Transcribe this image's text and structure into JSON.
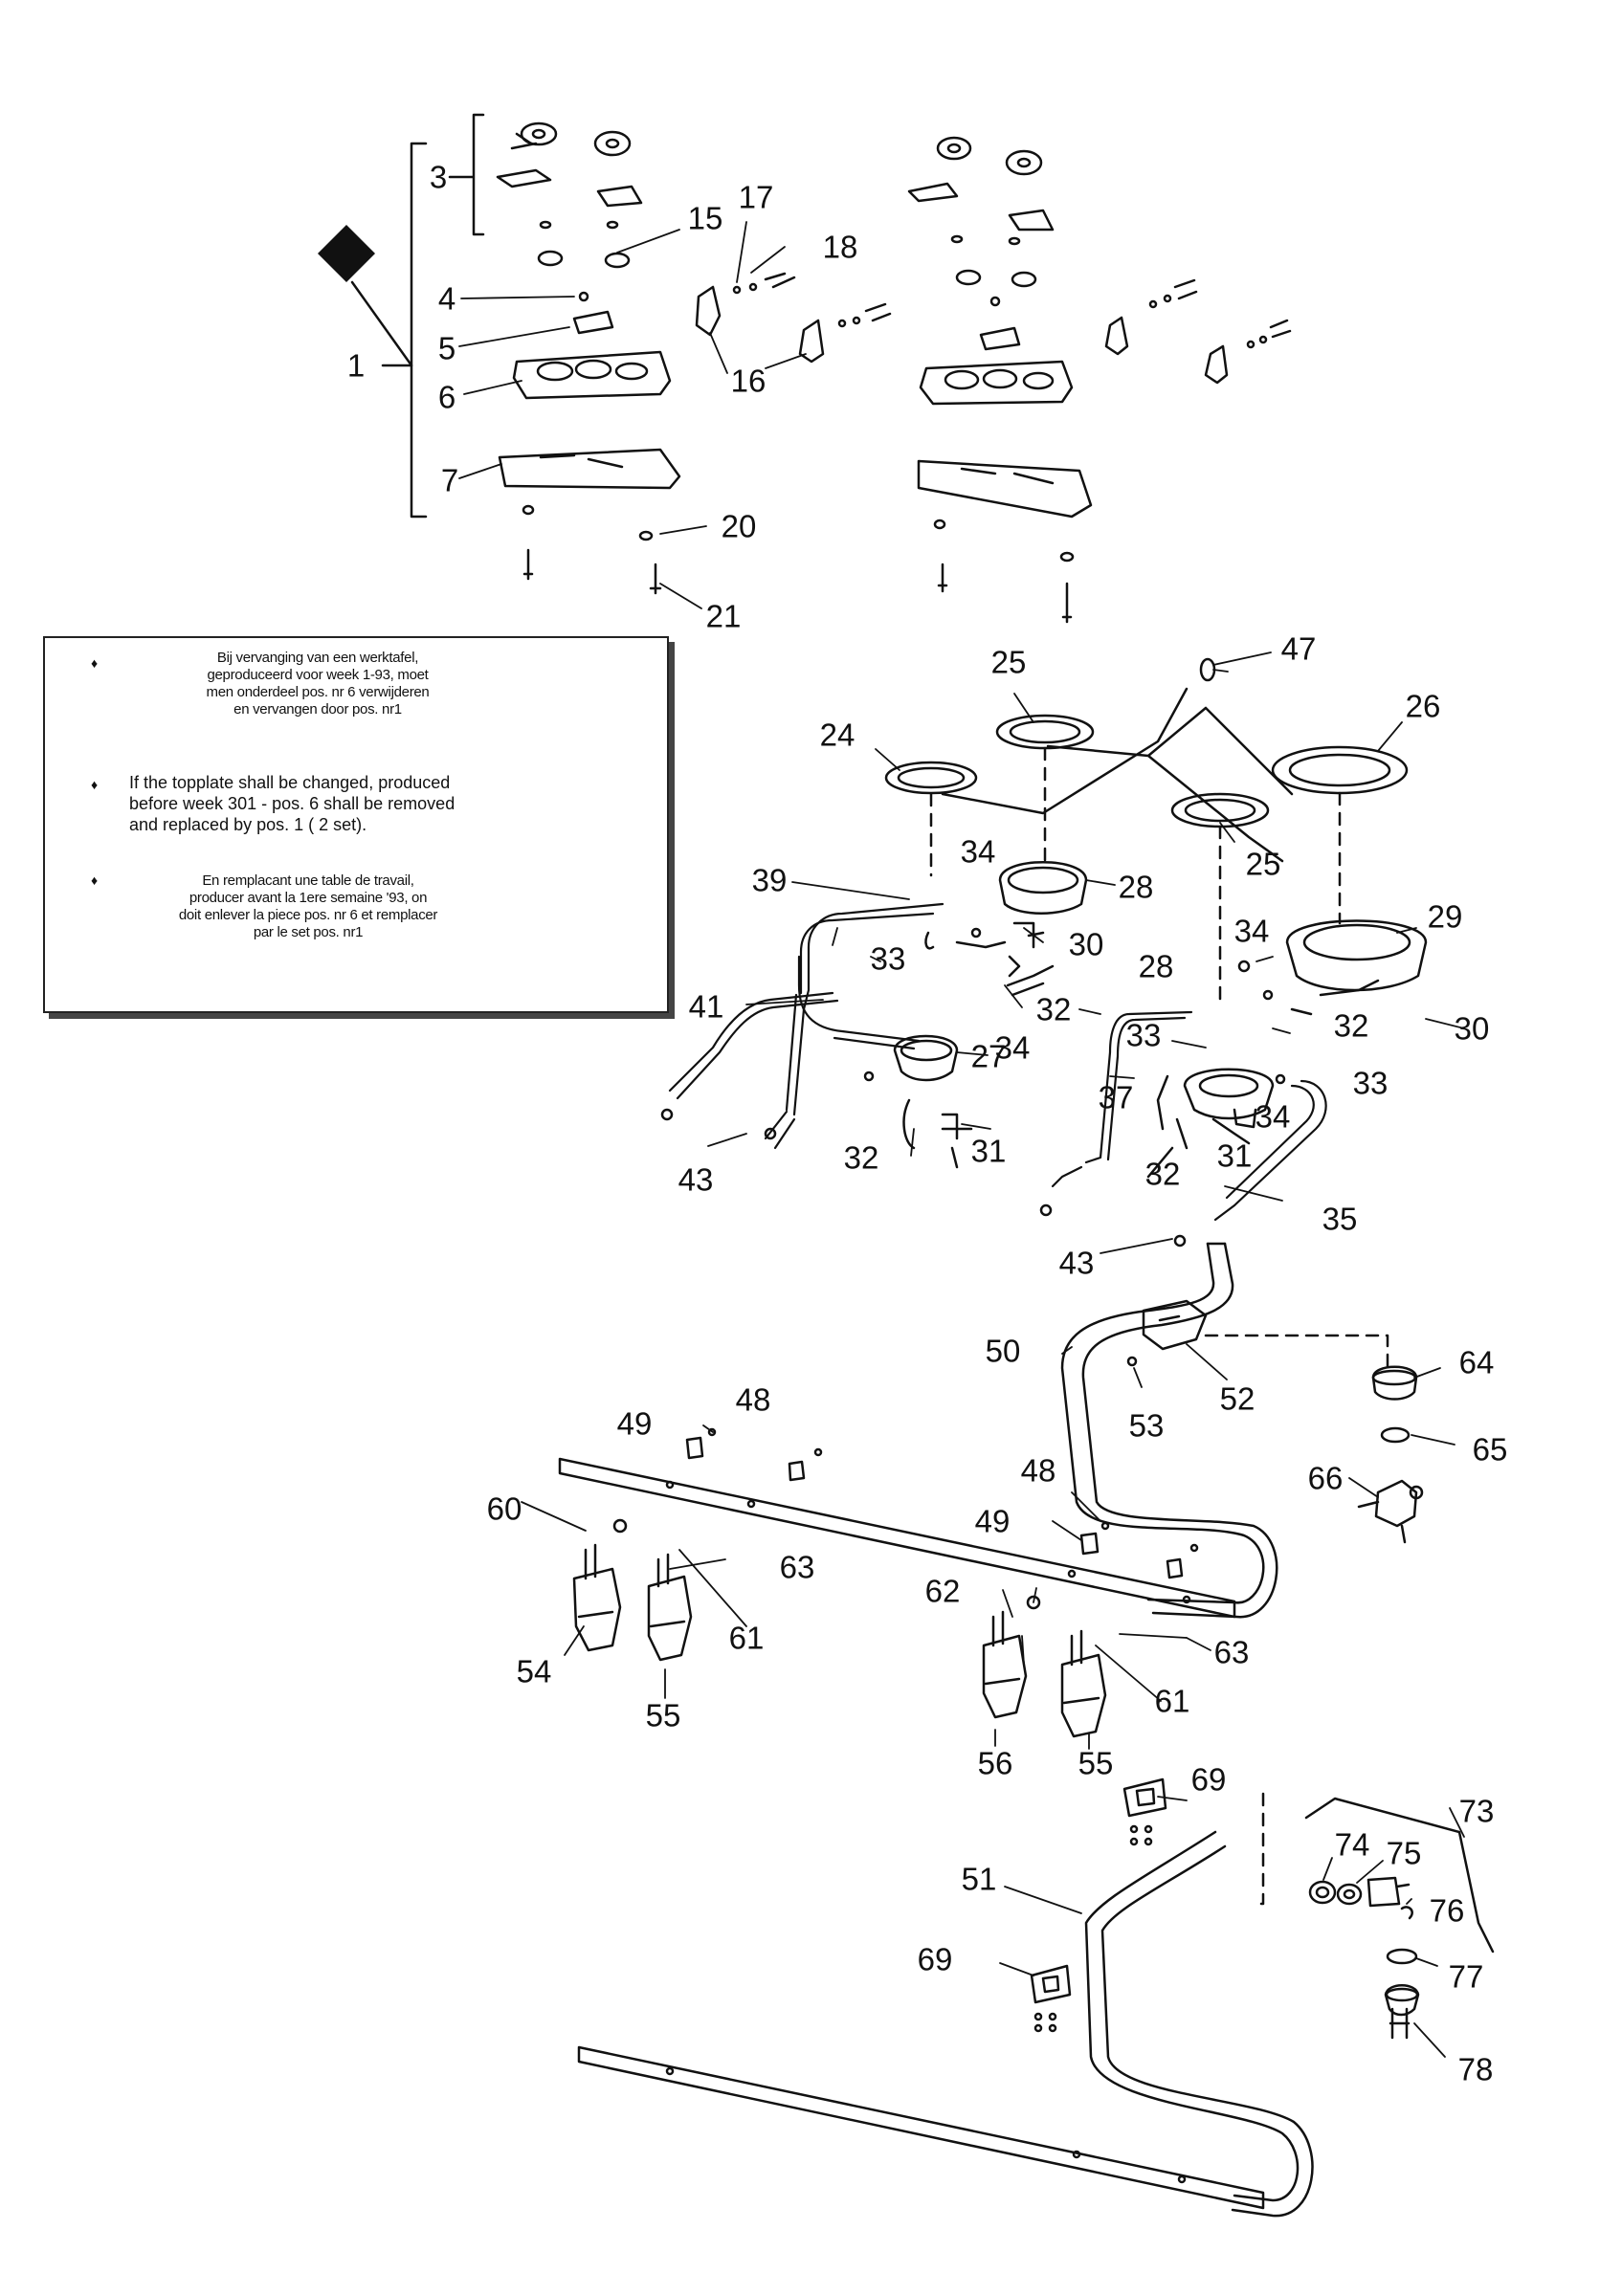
{
  "labels": {
    "l1": "1",
    "l3": "3",
    "l4": "4",
    "l5": "5",
    "l6": "6",
    "l7": "7",
    "l15": "15",
    "l16": "16",
    "l17": "17",
    "l18": "18",
    "l20": "20",
    "l21": "21",
    "l24": "24",
    "l25a": "25",
    "l25b": "25",
    "l26": "26",
    "l27": "27",
    "l28a": "28",
    "l28b": "28",
    "l29": "29",
    "l30a": "30",
    "l30b": "30",
    "l31a": "31",
    "l31b": "31",
    "l32a": "32",
    "l32b": "32",
    "l32c": "32",
    "l32d": "32",
    "l33a": "33",
    "l33b": "33",
    "l33c": "33",
    "l34a": "34",
    "l34b": "34",
    "l34c": "34",
    "l34d": "34",
    "l35": "35",
    "l37": "37",
    "l39": "39",
    "l41": "41",
    "l43a": "43",
    "l43b": "43",
    "l47": "47",
    "l48a": "48",
    "l48b": "48",
    "l49a": "49",
    "l49b": "49",
    "l50": "50",
    "l51": "51",
    "l52": "52",
    "l53": "53",
    "l54": "54",
    "l55a": "55",
    "l55b": "55",
    "l56": "56",
    "l60": "60",
    "l61a": "61",
    "l61b": "61",
    "l62": "62",
    "l63a": "63",
    "l63b": "63",
    "l64": "64",
    "l65": "65",
    "l66": "66",
    "l69a": "69",
    "l69b": "69",
    "l73": "73",
    "l74": "74",
    "l75": "75",
    "l76": "76",
    "l77": "77",
    "l78": "78"
  },
  "note": {
    "bullet": "♦",
    "nl": [
      "Bij vervanging van een werktafel,",
      "geproduceerd voor week 1-93, moet",
      "men onderdeel pos. nr 6 verwijderen",
      "en vervangen door pos. nr1"
    ],
    "en": [
      "If the topplate shall be changed, produced",
      "before week 301 - pos. 6 shall be removed",
      "and replaced by pos. 1  ( 2 set)."
    ],
    "fr": [
      "En remplacant une table de travail,",
      "producer avant la 1ere semaine '93, on",
      "doit enlever la piece pos. nr 6 et remplacer",
      "par le set pos. nr1"
    ]
  }
}
